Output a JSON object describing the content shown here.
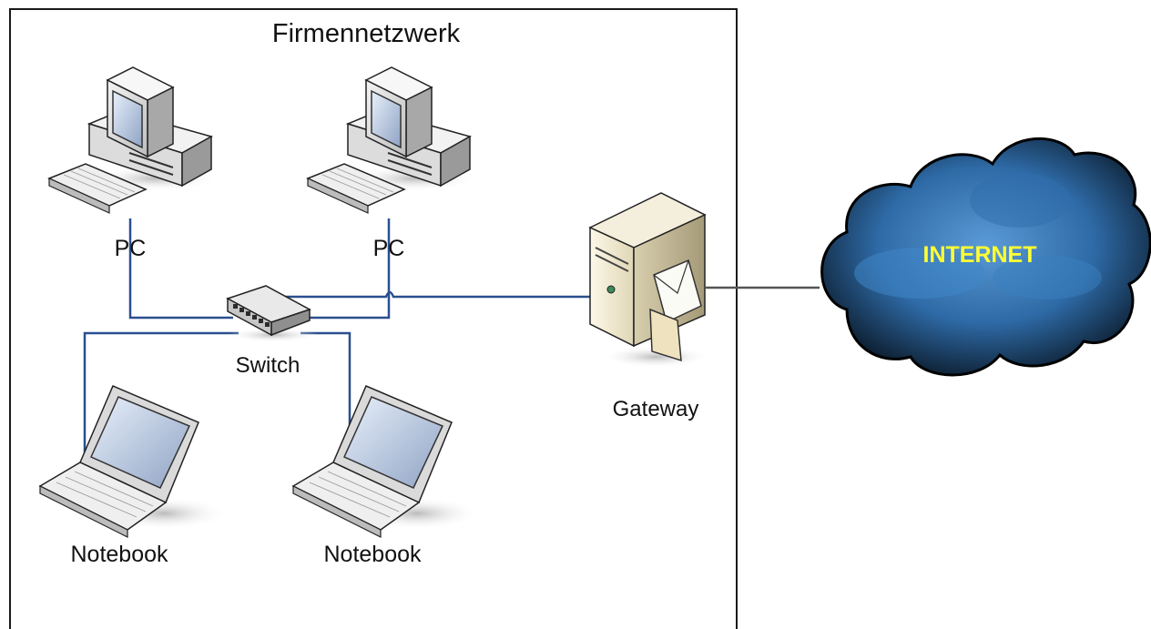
{
  "network": {
    "title": "Firmennetzwerk",
    "pc_left_label": "PC",
    "pc_right_label": "PC",
    "switch_label": "Switch",
    "notebook_left_label": "Notebook",
    "notebook_right_label": "Notebook",
    "gateway_label": "Gateway"
  },
  "internet": {
    "label": "INTERNET"
  },
  "colors": {
    "link_color": "#2a4f8f",
    "uplink_color": "#555555",
    "internet_text": "#ffff33",
    "cloud_dark": "#0b1a2a",
    "cloud_light": "#3d7fc0"
  },
  "icons": [
    "desktop-pc-icon",
    "network-switch-icon",
    "laptop-icon",
    "mail-server-icon",
    "cloud-icon"
  ]
}
